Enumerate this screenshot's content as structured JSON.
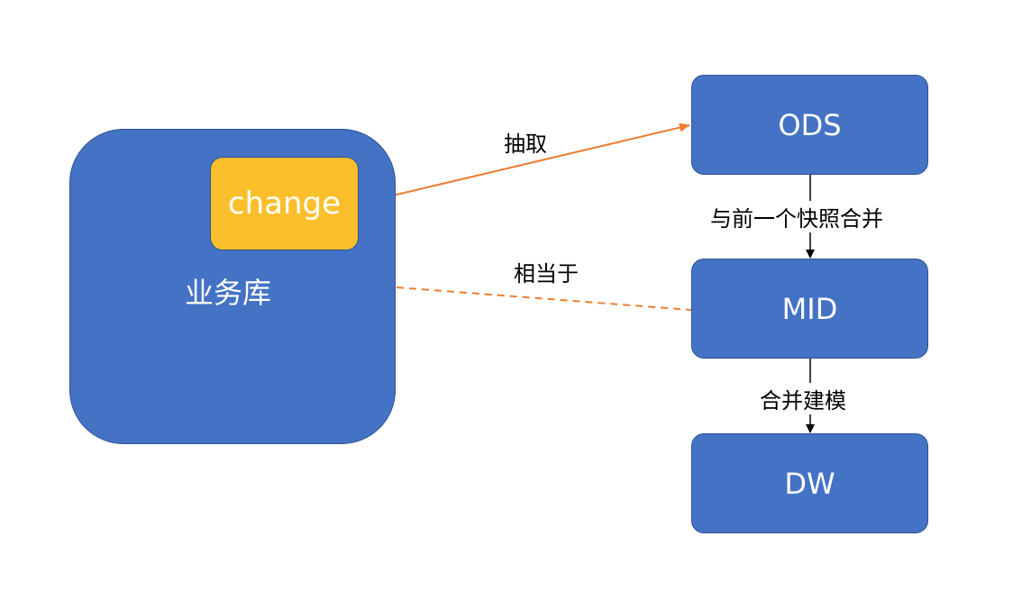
{
  "nodes": {
    "business_db": {
      "label": "业务库",
      "color": "#4472c4"
    },
    "change": {
      "label": "change",
      "color": "#fbbf2c"
    },
    "ods": {
      "label": "ODS",
      "color": "#4472c4"
    },
    "mid": {
      "label": "MID",
      "color": "#4472c4"
    },
    "dw": {
      "label": "DW",
      "color": "#4472c4"
    }
  },
  "edges": {
    "extract": {
      "label": "抽取",
      "color": "#ed7d31",
      "style": "solid"
    },
    "equivalent": {
      "label": "相当于",
      "color": "#ed7d31",
      "style": "dashed"
    },
    "merge_snapshot": {
      "label": "与前一个快照合并",
      "color": "#000000",
      "style": "solid"
    },
    "merge_model": {
      "label": "合并建模",
      "color": "#000000",
      "style": "solid"
    }
  }
}
